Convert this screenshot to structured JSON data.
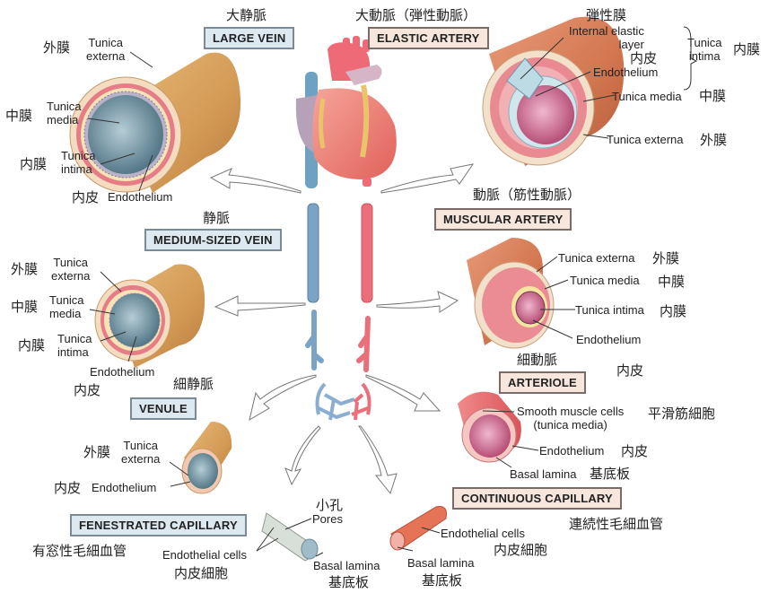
{
  "title": "Structure of blood vessels",
  "colors": {
    "vein_box_bg": "#dde9f0",
    "artery_box_bg": "#f6e6dc",
    "vein_blue": "#6f9fc0",
    "artery_red": "#e8707a",
    "adventitia_tan": "#d9a260"
  },
  "large_vein": {
    "jp_title": "大静脈",
    "box": "LARGE VEIN",
    "labels": [
      {
        "jp": "外膜",
        "en": "Tunica\nexterna"
      },
      {
        "jp": "中膜",
        "en": "Tunica\nmedia"
      },
      {
        "jp": "内膜",
        "en": "Tunica\nintima"
      },
      {
        "jp": "内皮",
        "en": "Endothelium"
      }
    ]
  },
  "elastic_artery": {
    "jp_title": "大動脈（弾性動脈）",
    "box": "ELASTIC ARTERY",
    "labels": {
      "elastic_jp": "弾性膜",
      "internal_elastic": "Internal elastic\nlayer",
      "endothelium_jp": "内皮",
      "endothelium": "Endothelium",
      "tunica_intima": "Tunica\nintima",
      "tunica_intima_jp": "内膜",
      "tunica_media": "Tunica media",
      "tunica_media_jp": "中膜",
      "tunica_externa": "Tunica externa",
      "tunica_externa_jp": "外膜"
    }
  },
  "medium_vein": {
    "jp_title": "静脈",
    "box": "MEDIUM-SIZED VEIN",
    "labels": [
      {
        "jp": "外膜",
        "en": "Tunica\nexterna"
      },
      {
        "jp": "中膜",
        "en": "Tunica\nmedia"
      },
      {
        "jp": "内膜",
        "en": "Tunica\nintima"
      },
      {
        "jp": "内皮",
        "en": "Endothelium"
      }
    ]
  },
  "muscular_artery": {
    "jp_title": "動脈（筋性動脈）",
    "box": "MUSCULAR ARTERY",
    "labels": [
      {
        "en": "Tunica externa",
        "jp": "外膜"
      },
      {
        "en": "Tunica media",
        "jp": "中膜"
      },
      {
        "en": "Tunica intima",
        "jp": "内膜"
      },
      {
        "en": "Endothelium",
        "jp": "内皮"
      }
    ]
  },
  "venule": {
    "jp_title": "細静脈",
    "box": "VENULE",
    "labels": [
      {
        "jp": "外膜",
        "en": "Tunica\nexterna"
      },
      {
        "jp": "内皮",
        "en": "Endothelium"
      }
    ]
  },
  "arteriole": {
    "jp_title": "細動脈",
    "box": "ARTERIOLE",
    "labels": [
      {
        "en": "Smooth muscle cells\n(tunica media)",
        "jp": "平滑筋細胞"
      },
      {
        "en": "Endothelium",
        "jp": "内皮"
      },
      {
        "en": "Basal lamina",
        "jp": "基底板"
      }
    ]
  },
  "fenestrated_capillary": {
    "box": "FENESTRATED CAPILLARY",
    "jp_title": "有窓性毛細血管",
    "labels": {
      "pores_jp": "小孔",
      "pores": "Pores",
      "endothelial_cells": "Endothelial cells",
      "endothelial_cells_jp": "内皮細胞",
      "basal_lamina": "Basal lamina",
      "basal_lamina_jp": "基底板"
    }
  },
  "continuous_capillary": {
    "box": "CONTINUOUS CAPILLARY",
    "jp_title": "連続性毛細血管",
    "labels": {
      "endothelial_cells": "Endothelial cells",
      "endothelial_cells_jp": "内皮細胞",
      "basal_lamina": "Basal lamina",
      "basal_lamina_jp": "基底板"
    }
  }
}
